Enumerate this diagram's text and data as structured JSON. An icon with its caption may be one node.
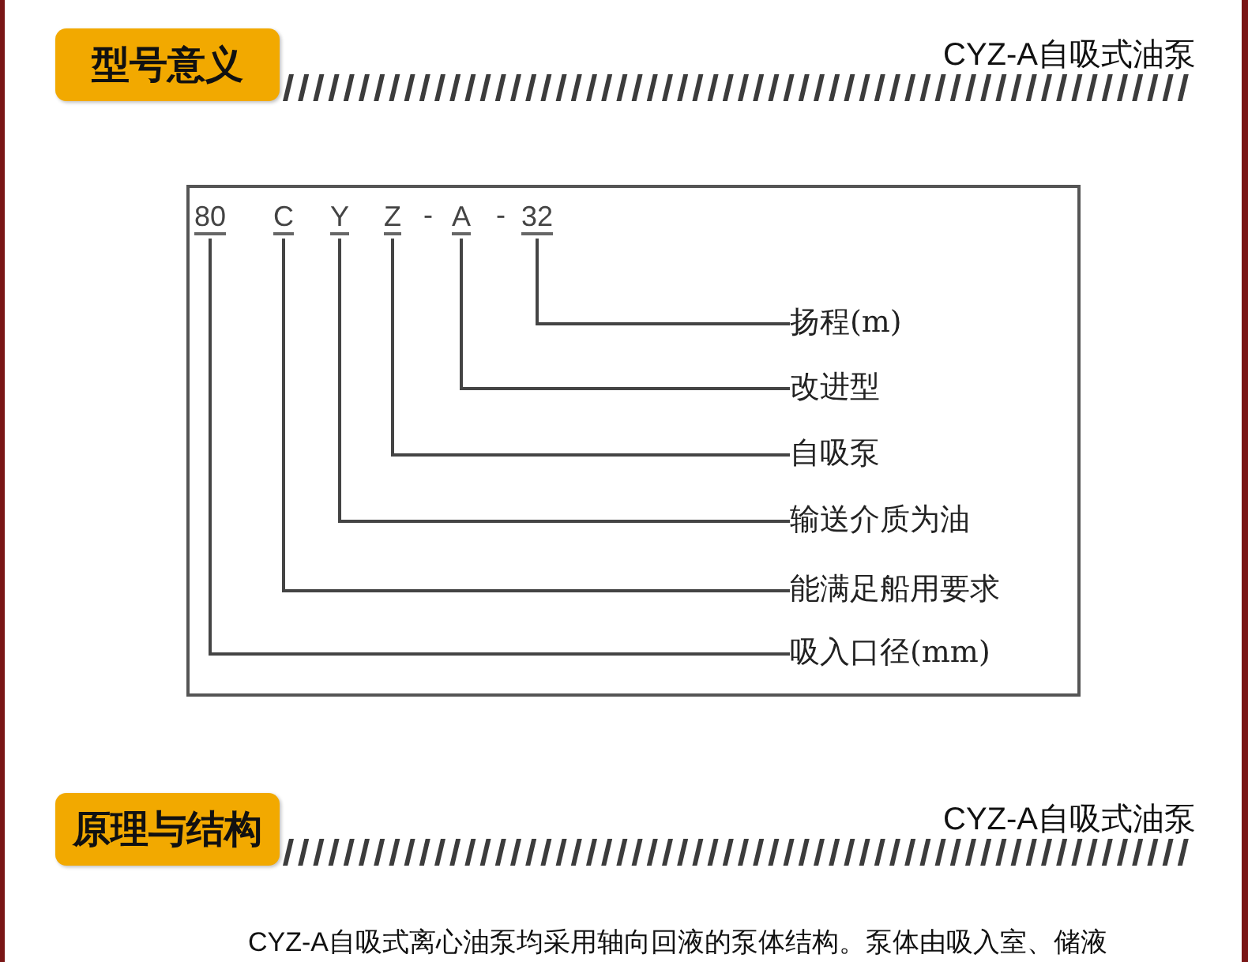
{
  "diagram": {
    "nodes": [
      {
        "text": [
          "型号意义"
        ]
      },
      {
        "text": [
          "80"
        ]
      },
      {
        "text": [
          "C"
        ]
      },
      {
        "text": [
          "Y"
        ]
      },
      {
        "text": [
          "Z"
        ]
      },
      {
        "text": [
          "A"
        ]
      },
      {
        "text": [
          "32"
        ]
      },
      {
        "text": [
          "扬程(m)"
        ]
      },
      {
        "text": [
          "改进型"
        ]
      },
      {
        "text": [
          "自吸泵"
        ]
      },
      {
        "text": [
          "输送介质为油"
        ]
      },
      {
        "text": [
          "能满足船用要求"
        ]
      },
      {
        "text": [
          "吸入口径(mm)"
        ]
      },
      {
        "text": [
          "原理与结构"
        ]
      }
    ],
    "edges": [
      {
        "from": 6,
        "to": 7,
        "arrow": "none"
      },
      {
        "from": 5,
        "to": 8,
        "arrow": "none"
      },
      {
        "from": 4,
        "to": 9,
        "arrow": "none"
      },
      {
        "from": 3,
        "to": 10,
        "arrow": "none"
      },
      {
        "from": 2,
        "to": 11,
        "arrow": "none"
      },
      {
        "from": 1,
        "to": 12,
        "arrow": "none"
      }
    ],
    "labels": [
      "CYZ-A自吸式油泵",
      "-",
      "-",
      "CYZ-A自吸式油泵",
      "CYZ-A自吸式离心油泵均采用轴向回液的泵体结构。泵体由吸入室、储液"
    ]
  }
}
